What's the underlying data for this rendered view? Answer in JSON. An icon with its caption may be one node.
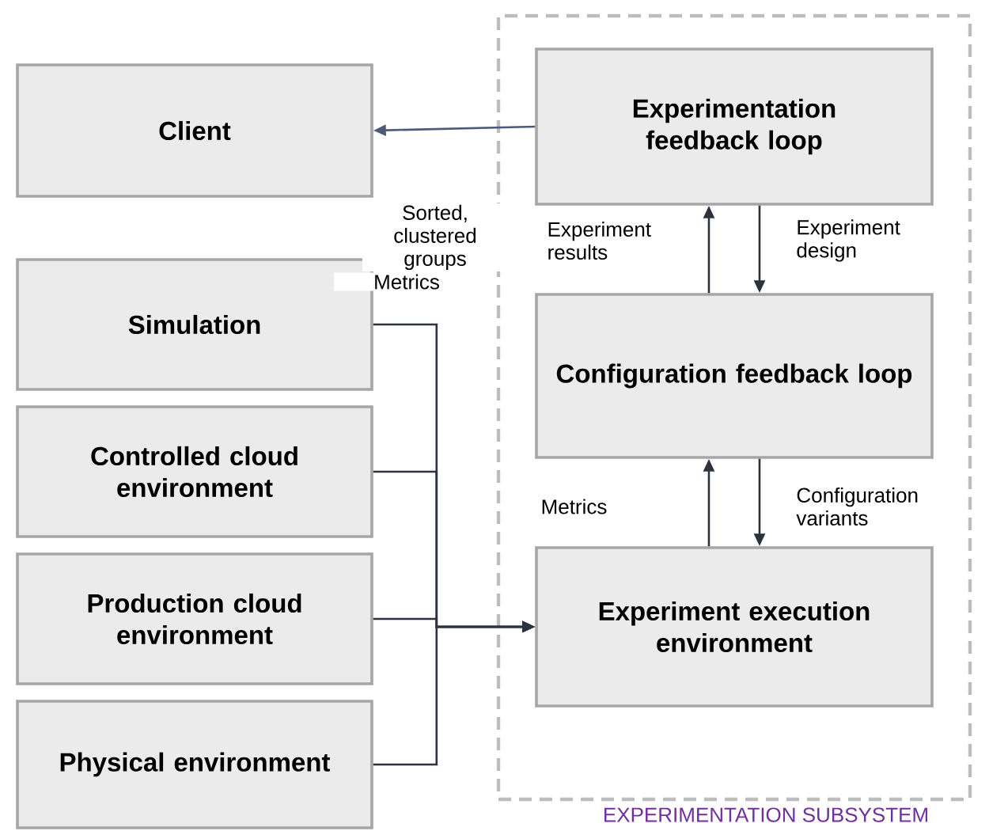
{
  "diagram": {
    "nodes": [
      {
        "text": [
          "EXPERIMENTATION SUBSYSTEM"
        ]
      },
      {
        "text": [
          "Client"
        ]
      },
      {
        "text": [
          "Experimentation feedback loop"
        ],
        "in": 0
      },
      {
        "text": [
          "Configuration feedback loop"
        ],
        "in": 0
      },
      {
        "text": [
          "Experiment execution environment"
        ],
        "in": 0
      },
      {
        "text": [
          "Simulation"
        ]
      },
      {
        "text": [
          "Controlled cloud environment"
        ]
      },
      {
        "text": [
          "Production cloud environment"
        ]
      },
      {
        "text": [
          "Physical environment"
        ]
      }
    ],
    "edges": [
      {
        "from": 2,
        "to": 1,
        "arrow": "to",
        "label": "Sorted, clustered groups",
        "color": "#4a5b7c"
      },
      {
        "from": 3,
        "to": 2,
        "arrow": "to",
        "label": "Experiment results"
      },
      {
        "from": 2,
        "to": 3,
        "arrow": "to",
        "label": "Experiment design"
      },
      {
        "from": 4,
        "to": 3,
        "arrow": "to",
        "label": "Metrics"
      },
      {
        "from": 3,
        "to": 4,
        "arrow": "to",
        "label": "Configuration variants"
      },
      {
        "from": 5,
        "to": 4,
        "arrow": "to",
        "label": "Metrics"
      },
      {
        "from": 6,
        "to": 4,
        "arrow": "to"
      },
      {
        "from": 7,
        "to": 4,
        "arrow": "to"
      },
      {
        "from": 8,
        "to": 4,
        "arrow": "to"
      }
    ]
  }
}
